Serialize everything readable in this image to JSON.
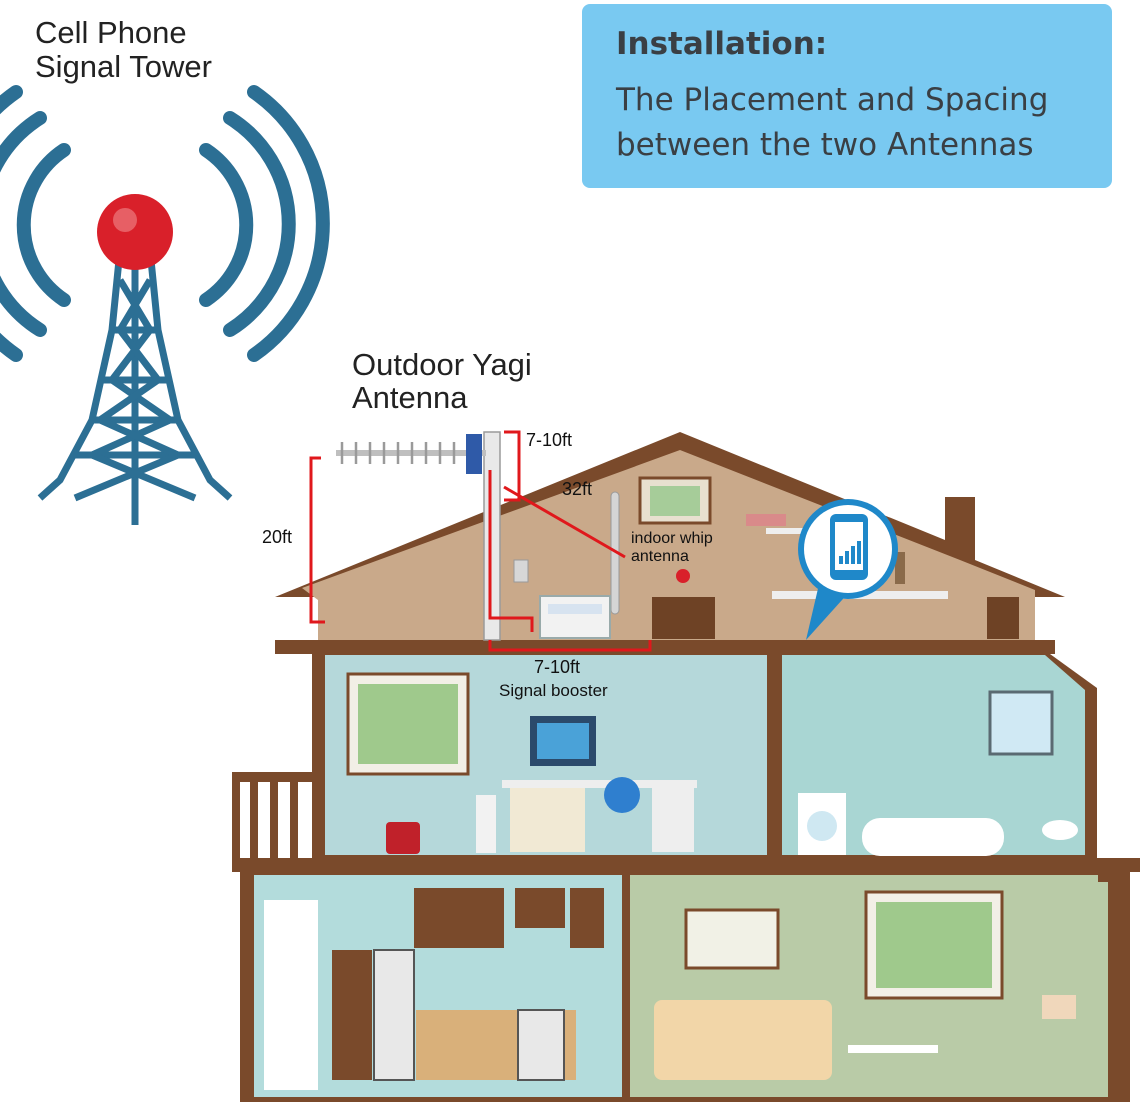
{
  "tower": {
    "label": "Cell Phone\nSignal Tower"
  },
  "info": {
    "heading": "Installation:",
    "body": "The Placement and Spacing\nbetween the two Antennas"
  },
  "outdoor_antenna": {
    "label": "Outdoor Yagi\nAntenna"
  },
  "distances": {
    "top_gap": "7-10ft",
    "cable": "32ft",
    "height": "20ft",
    "bottom_gap": "7-10ft"
  },
  "indoor_antenna": {
    "label": "indoor whip\nantenna"
  },
  "booster": {
    "label": "Signal booster"
  },
  "colors": {
    "wall": "#7a4a2b",
    "attic": "#c9a98a",
    "blue_room": "#b5d8da",
    "bath": "#a9d6d3",
    "kitchen": "#b3dcdc",
    "living": "#b9cba7",
    "measure": "#e0181c",
    "info_box": "#79c9f1"
  }
}
